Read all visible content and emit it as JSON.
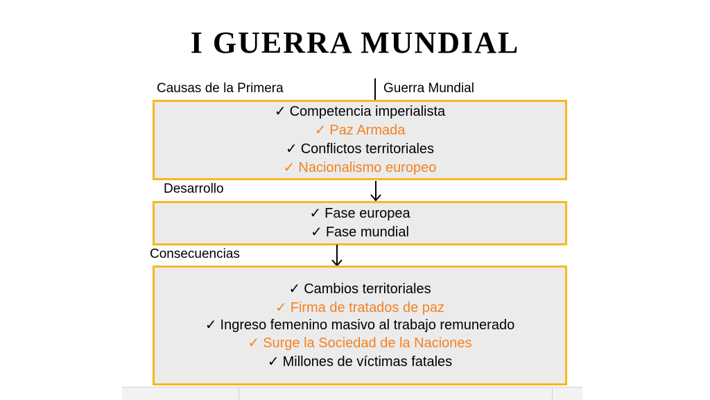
{
  "title": "I GUERRA MUNDIAL",
  "colors": {
    "accent_orange": "#f58220",
    "box_border": "#f6b81f",
    "box_fill": "#ebebeb",
    "text": "#000000"
  },
  "check_mark": "✓",
  "causas": {
    "label_left": "Causas de la Primera",
    "label_right": "Guerra Mundial",
    "items": [
      {
        "text": "Competencia imperialista",
        "color": "#000000"
      },
      {
        "text": "Paz Armada",
        "color": "#f58220"
      },
      {
        "text": "Conflictos territoriales",
        "color": "#000000"
      },
      {
        "text": "Nacionalismo europeo",
        "color": "#f58220"
      }
    ]
  },
  "desarrollo": {
    "label": "Desarrollo",
    "items": [
      {
        "text": "Fase europea",
        "color": "#000000"
      },
      {
        "text": "Fase mundial",
        "color": "#000000"
      }
    ]
  },
  "consecuencias": {
    "label": "Consecuencias",
    "items": [
      {
        "text": "Cambios territoriales",
        "color": "#000000"
      },
      {
        "text": "Firma de tratados de paz",
        "color": "#f58220"
      },
      {
        "text": "Ingreso femenino masivo al trabajo remunerado",
        "color": "#000000"
      },
      {
        "text": "Surge la Sociedad de la Naciones",
        "color": "#f58220"
      },
      {
        "text": "Millones de víctimas fatales",
        "color": "#000000"
      }
    ]
  }
}
